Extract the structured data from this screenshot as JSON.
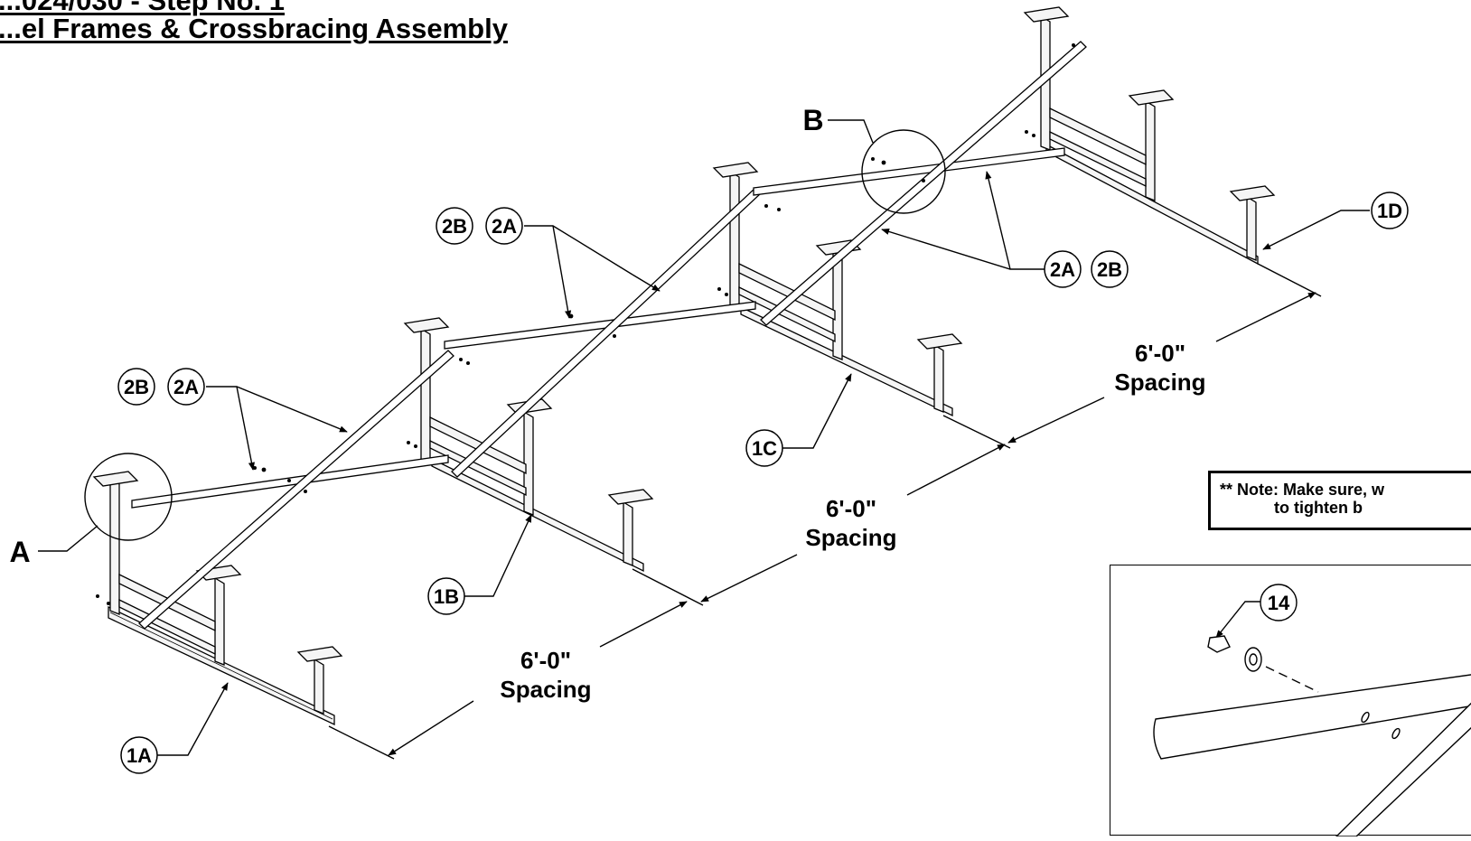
{
  "title": {
    "line1": "...024/030 - Step No. 1",
    "line2": "...el Frames & Crossbracing Assembly"
  },
  "note": {
    "line1": "** Note:  Make sure, w",
    "line2": "to tighten b"
  },
  "callouts": {
    "1A": "1A",
    "1B": "1B",
    "1C": "1C",
    "1D": "1D",
    "2B": "2B",
    "2A": "2A",
    "14": "14"
  },
  "detail_letters": {
    "A": "A",
    "B": "B"
  },
  "spacing": [
    {
      "value": "6'-0\"",
      "label": "Spacing"
    },
    {
      "value": "6'-0\"",
      "label": "Spacing"
    },
    {
      "value": "6'-0\"",
      "label": "Spacing"
    }
  ]
}
